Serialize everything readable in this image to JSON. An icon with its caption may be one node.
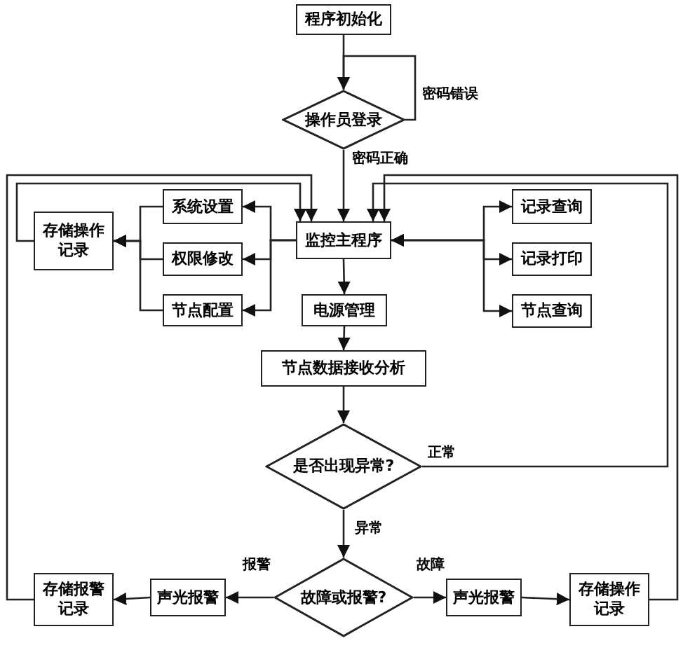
{
  "diagram": {
    "nodes": [
      {
        "text": [
          "程序初始化"
        ]
      },
      {
        "text": [
          "操作员登录"
        ]
      },
      {
        "text": [
          "监控主程序"
        ]
      },
      {
        "text": [
          "系统设置"
        ]
      },
      {
        "text": [
          "权限修改"
        ]
      },
      {
        "text": [
          "节点配置"
        ]
      },
      {
        "text": [
          "存储操作记录"
        ]
      },
      {
        "text": [
          "记录查询"
        ]
      },
      {
        "text": [
          "记录打印"
        ]
      },
      {
        "text": [
          "节点查询"
        ]
      },
      {
        "text": [
          "电源管理"
        ]
      },
      {
        "text": [
          "节点数据接收分析"
        ]
      },
      {
        "text": [
          "是否出现异常?"
        ]
      },
      {
        "text": [
          "故障或报警?"
        ]
      },
      {
        "text": [
          "声光报警"
        ]
      },
      {
        "text": [
          "存储报警记录"
        ]
      },
      {
        "text": [
          "声光报警"
        ]
      },
      {
        "text": [
          "存储操作记录"
        ]
      }
    ],
    "edges": [
      {
        "from": 0,
        "to": 1,
        "arrow": "to"
      },
      {
        "from": 1,
        "to": 1,
        "arrow": "to",
        "label": "密码错误"
      },
      {
        "from": 1,
        "to": 2,
        "arrow": "to",
        "label": "密码正确"
      },
      {
        "from": 2,
        "to": 3,
        "arrow": "to"
      },
      {
        "from": 2,
        "to": 4,
        "arrow": "to"
      },
      {
        "from": 2,
        "to": 5,
        "arrow": "to"
      },
      {
        "from": 3,
        "to": 6,
        "arrow": "to"
      },
      {
        "from": 4,
        "to": 6,
        "arrow": "to"
      },
      {
        "from": 5,
        "to": 6,
        "arrow": "to"
      },
      {
        "from": 6,
        "to": 2,
        "arrow": "to"
      },
      {
        "from": 2,
        "to": 7,
        "arrow": "both"
      },
      {
        "from": 2,
        "to": 8,
        "arrow": "both"
      },
      {
        "from": 2,
        "to": 9,
        "arrow": "both"
      },
      {
        "from": 2,
        "to": 10,
        "arrow": "to"
      },
      {
        "from": 10,
        "to": 11,
        "arrow": "to"
      },
      {
        "from": 11,
        "to": 12,
        "arrow": "to"
      },
      {
        "from": 12,
        "to": 2,
        "arrow": "to",
        "label": "正常"
      },
      {
        "from": 12,
        "to": 13,
        "arrow": "to",
        "label": "异常"
      },
      {
        "from": 13,
        "to": 14,
        "arrow": "to",
        "label": "报警"
      },
      {
        "from": 14,
        "to": 15,
        "arrow": "to"
      },
      {
        "from": 15,
        "to": 2,
        "arrow": "to"
      },
      {
        "from": 13,
        "to": 16,
        "arrow": "to",
        "label": "故障"
      },
      {
        "from": 16,
        "to": 17,
        "arrow": "to"
      },
      {
        "from": 17,
        "to": 2,
        "arrow": "to"
      }
    ]
  }
}
